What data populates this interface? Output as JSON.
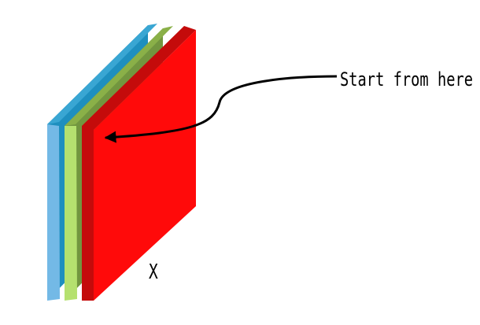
{
  "diagram": {
    "callout_text": "Start from here",
    "axis_label": "X",
    "layers": [
      {
        "name": "blue-layer",
        "front": "#73b9e6",
        "side": "#1e8fbf",
        "top": "#39a6d3"
      },
      {
        "name": "green-layer",
        "front": "#b5e16f",
        "side": "#72963f",
        "top": "#8ab048"
      },
      {
        "name": "red-layer",
        "front": "#ff0a0a",
        "side": "#c40b0b",
        "top": "#d61717"
      }
    ],
    "arrow_color": "#000000"
  }
}
